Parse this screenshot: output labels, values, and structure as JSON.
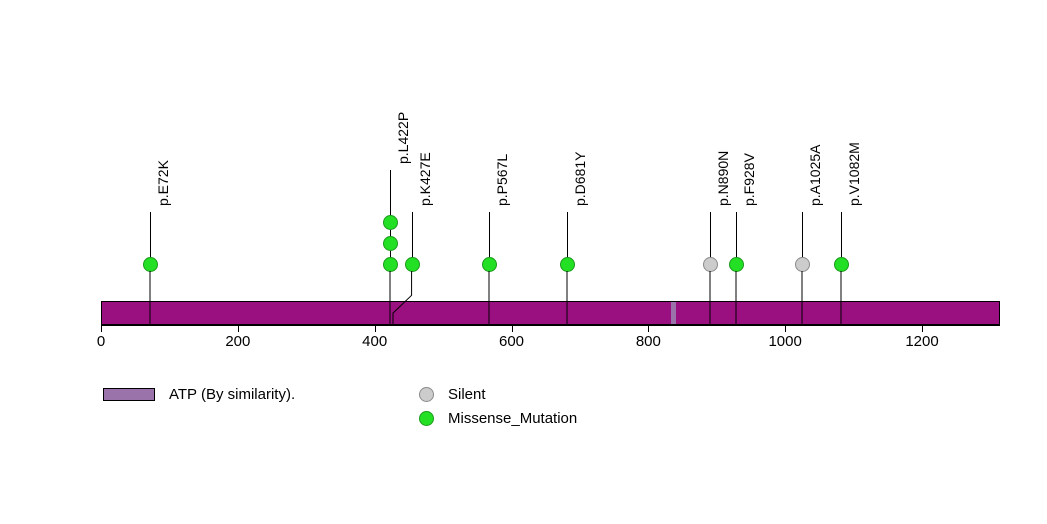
{
  "chart_data": {
    "type": "lollipop",
    "title": "",
    "xlabel": "",
    "ylabel": "",
    "xlim": [
      0,
      1314
    ],
    "grid": false,
    "protein_length": 1314,
    "axis_ticks": [
      0,
      200,
      400,
      600,
      800,
      1000,
      1200
    ],
    "axis_tick_labels": [
      "0",
      "200",
      "400",
      "600",
      "800",
      "1000",
      "1200"
    ],
    "domains": [
      {
        "name": "ATP (By similarity).",
        "start": 833,
        "end": 840,
        "color": "#9B73AB"
      }
    ],
    "backbone_color": "#9B1080",
    "mutations": [
      {
        "label": "p.E72K",
        "position": 72,
        "count": 1,
        "type": "Missense_Mutation",
        "color": "#24E024"
      },
      {
        "label": "p.L422P",
        "position": 422,
        "count": 3,
        "type": "Missense_Mutation",
        "color": "#24E024"
      },
      {
        "label": "p.K427E",
        "position": 427,
        "count": 1,
        "type": "Missense_Mutation",
        "color": "#24E024"
      },
      {
        "label": "p.P567L",
        "position": 567,
        "count": 1,
        "type": "Missense_Mutation",
        "color": "#24E024"
      },
      {
        "label": "p.D681Y",
        "position": 681,
        "count": 1,
        "type": "Missense_Mutation",
        "color": "#24E024"
      },
      {
        "label": "p.N890N",
        "position": 890,
        "count": 1,
        "type": "Silent",
        "color": "#CCCCCC"
      },
      {
        "label": "p.F928V",
        "position": 928,
        "count": 1,
        "type": "Missense_Mutation",
        "color": "#24E024"
      },
      {
        "label": "p.A1025A",
        "position": 1025,
        "count": 1,
        "type": "Silent",
        "color": "#CCCCCC"
      },
      {
        "label": "p.V1082M",
        "position": 1082,
        "count": 1,
        "type": "Missense_Mutation",
        "color": "#24E024"
      }
    ],
    "legend": {
      "position": "bottom-left",
      "domain_entries": [
        {
          "label": "ATP (By similarity).",
          "color": "#9B73AB",
          "shape": "rect"
        }
      ],
      "mutation_entries": [
        {
          "label": "Silent",
          "color": "#CCCCCC",
          "shape": "circle"
        },
        {
          "label": "Missense_Mutation",
          "color": "#24E024",
          "shape": "circle"
        }
      ]
    }
  }
}
